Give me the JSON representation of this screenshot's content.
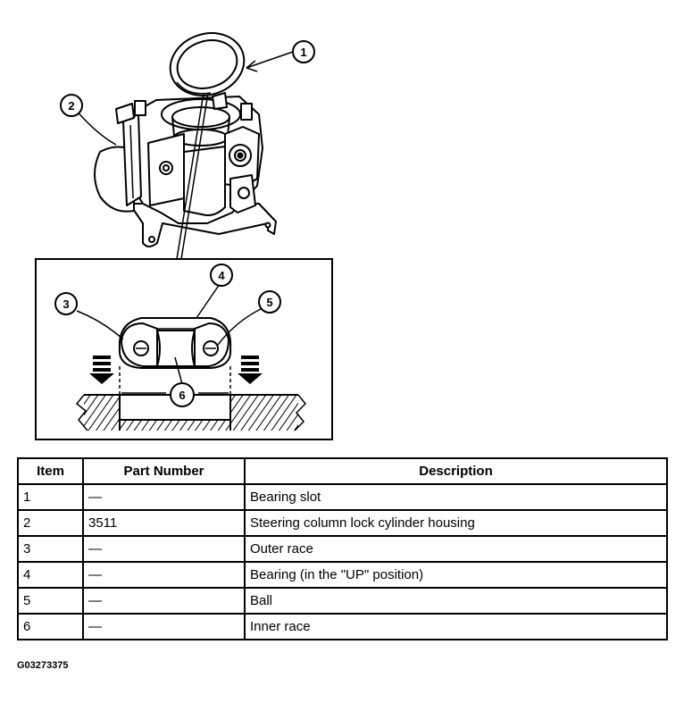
{
  "callouts": [
    "1",
    "2",
    "3",
    "4",
    "5",
    "6"
  ],
  "table": {
    "headers": {
      "item": "Item",
      "part_number": "Part Number",
      "description": "Description"
    },
    "rows": [
      {
        "item": "1",
        "part_number": "—",
        "description": "Bearing slot"
      },
      {
        "item": "2",
        "part_number": "3511",
        "description": "Steering column lock cylinder housing"
      },
      {
        "item": "3",
        "part_number": "—",
        "description": "Outer race"
      },
      {
        "item": "4",
        "part_number": "—",
        "description": "Bearing (in the \"UP\" position)"
      },
      {
        "item": "5",
        "part_number": "—",
        "description": "Ball"
      },
      {
        "item": "6",
        "part_number": "—",
        "description": "Inner race"
      }
    ]
  },
  "figure_code": "G03273375"
}
